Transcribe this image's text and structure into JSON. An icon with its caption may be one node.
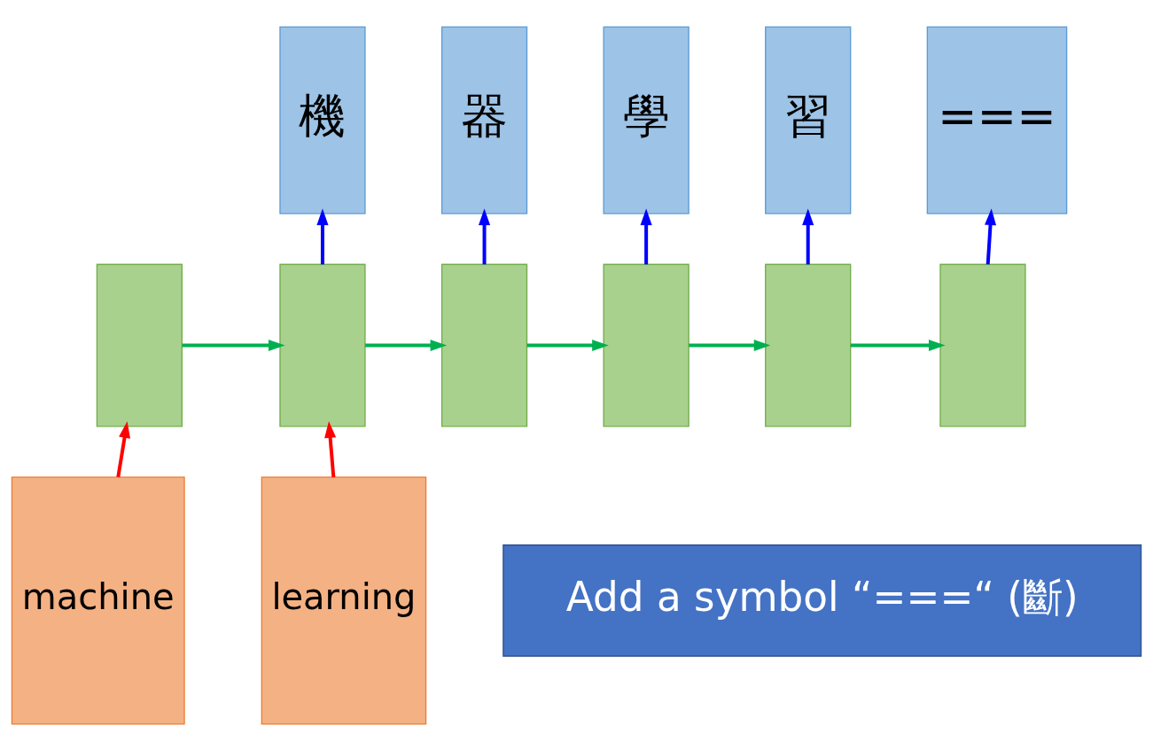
{
  "diagram": {
    "nodes": [
      {
        "text": [
          "機"
        ]
      },
      {
        "text": [
          "器"
        ]
      },
      {
        "text": [
          "學"
        ]
      },
      {
        "text": [
          "習"
        ]
      },
      {
        "text": [
          "==="
        ]
      },
      {
        "text": [],
        "shape": "box"
      },
      {
        "text": [],
        "shape": "box"
      },
      {
        "text": [],
        "shape": "box"
      },
      {
        "text": [],
        "shape": "box"
      },
      {
        "text": [],
        "shape": "box"
      },
      {
        "text": [],
        "shape": "box"
      },
      {
        "text": [
          "machine"
        ]
      },
      {
        "text": [
          "learning"
        ]
      },
      {
        "text": [
          "Add a symbol “===“ (斷)"
        ]
      }
    ],
    "edges": [
      {
        "from": 5,
        "to": 6,
        "arrow": "to"
      },
      {
        "from": 6,
        "to": 7,
        "arrow": "to"
      },
      {
        "from": 7,
        "to": 8,
        "arrow": "to"
      },
      {
        "from": 8,
        "to": 9,
        "arrow": "to"
      },
      {
        "from": 9,
        "to": 10,
        "arrow": "to"
      },
      {
        "from": 6,
        "to": 0,
        "arrow": "to",
        "color": "#0000ff"
      },
      {
        "from": 7,
        "to": 1,
        "arrow": "to",
        "color": "#0000ff"
      },
      {
        "from": 8,
        "to": 2,
        "arrow": "to",
        "color": "#0000ff"
      },
      {
        "from": 9,
        "to": 3,
        "arrow": "to",
        "color": "#0000ff"
      },
      {
        "from": 10,
        "to": 4,
        "arrow": "to",
        "color": "#0000ff"
      },
      {
        "from": 11,
        "to": 5,
        "arrow": "to",
        "color": "#ff0000"
      },
      {
        "from": 12,
        "to": 6,
        "arrow": "to",
        "color": "#ff0000"
      }
    ]
  }
}
